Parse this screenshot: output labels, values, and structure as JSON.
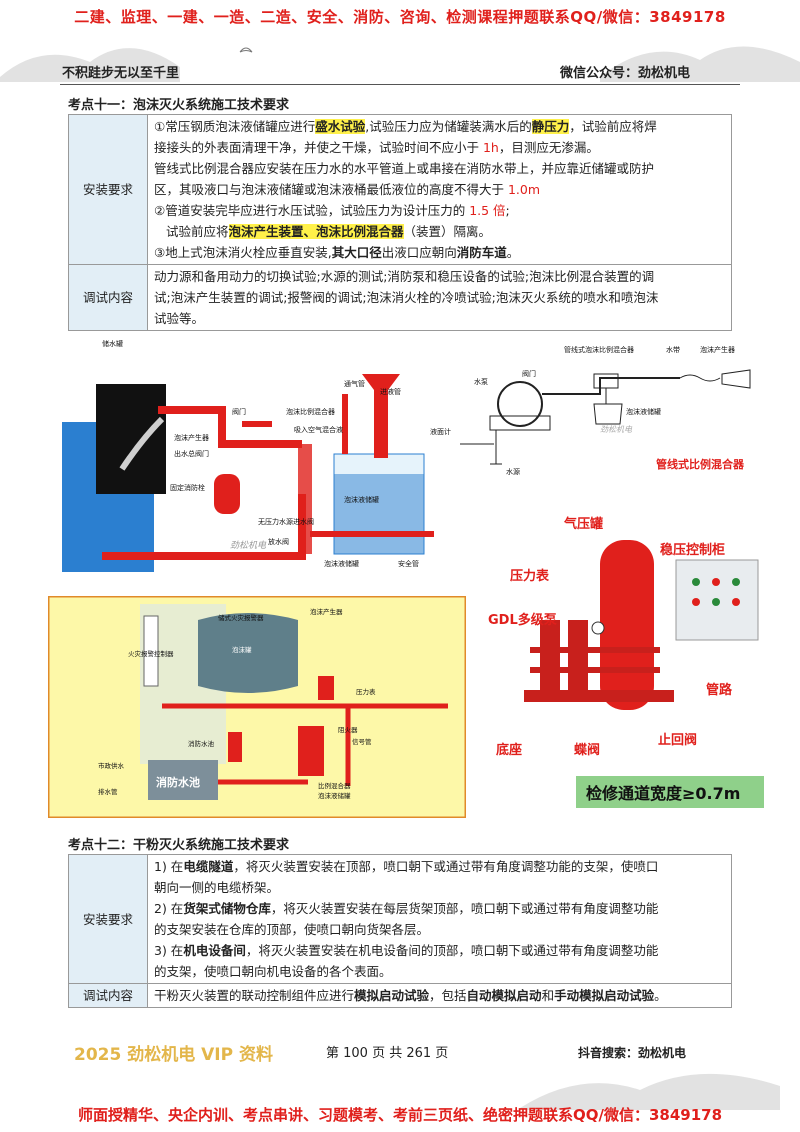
{
  "banner_top": "二建、监理、一建、一造、二造、安全、消防、咨询、检测课程押题联系QQ/微信：3849178",
  "header": {
    "left": "不积跬步无以至千里",
    "right": "微信公众号：劲松机电"
  },
  "section11": {
    "title": "考点十一：泡沫灭火系统施工技术要求",
    "install_label": "安装要求",
    "debug_label": "调试内容",
    "line1_a": "①常压钢质泡沫液储罐应进行",
    "line1_hl1": "盛水试验",
    "line1_b": ",试验压力应为储罐装满水后的",
    "line1_hl2": "静压力",
    "line1_c": "，试验前应将焊",
    "line2_a": "接接头的外表面清理干净，并使之干燥，试验时间不应小于 ",
    "line2_red": "1h",
    "line2_b": "，目测应无渗漏。",
    "line3": "管线式比例混合器应安装在压力水的水平管道上或串接在消防水带上，并应靠近储罐或防护",
    "line4_a": "区，其吸液口与泡沫液储罐或泡沫液桶最低液位的高度不得大于 ",
    "line4_red": "1.0m",
    "line5_a": "②管道安装完毕应进行水压试验，试验压力为设计压力的 ",
    "line5_red": "1.5 倍",
    "line5_b": ";",
    "line6_a": "试验前应将",
    "line6_hl": "泡沫产生装置、泡沫比例混合器",
    "line6_b": "（装置）隔离。",
    "line7_a": "③地上式泡沫消火栓应垂直安装,",
    "line7_b": "其大口径",
    "line7_c": "出液口应朝向",
    "line7_d": "消防车道",
    "line7_e": "。",
    "debug1": "动力源和备用动力的切换试验;水源的测试;消防泵和稳压设备的试验;泡沫比例混合装置的调",
    "debug2": "试;泡沫产生装置的调试;报警阀的调试;泡沫消火栓的冷喷试验;泡沫灭火系统的喷水和喷泡沫",
    "debug3": "试验等。"
  },
  "fig1": {
    "labels": [
      "储水罐",
      "阀门",
      "泡沫比例混合器",
      "通气管",
      "进液管",
      "泡沫产生器",
      "出水总阀门",
      "吸入空气混合液",
      "液面计",
      "泡沫液储罐",
      "固定消防栓",
      "无压力水源进水阀",
      "放水阀",
      "泡沫液储罐",
      "安全管"
    ],
    "watermark": "劲松机电"
  },
  "fig2": {
    "labels": [
      "管线式泡沫比例混合器",
      "水带",
      "泡沫产生器",
      "水泵",
      "阀门",
      "泡沫液储罐",
      "水源"
    ],
    "caption": "管线式比例混合器",
    "watermark": "劲松机电"
  },
  "fig3": {
    "labels": [
      "储式火灾报警器",
      "泡沫产生器",
      "泡沫罐",
      "火灾报警控制器",
      "压力表",
      "阻火器",
      "消防水池",
      "市政供水",
      "排水管",
      "信号管",
      "比例混合器",
      "泡沫液储罐"
    ],
    "pool_label": "消防水池"
  },
  "fig4": {
    "labels": [
      "气压罐",
      "稳压控制柜",
      "压力表",
      "GDL多级泵",
      "管路",
      "底座",
      "蝶阀",
      "止回阀"
    ],
    "width_note": "检修通道宽度≥0.7m"
  },
  "section12": {
    "title": "考点十二：干粉灭火系统施工技术要求",
    "install_label": "安装要求",
    "debug_label": "调试内容",
    "l1_a": "1) 在",
    "l1_b": "电缆隧道",
    "l1_c": "，将灭火装置安装在顶部，喷口朝下或通过带有角度调整功能的支架，使喷口",
    "l2": "朝向一侧的电缆桥架。",
    "l3_a": "2) 在",
    "l3_b": "货架式储物仓库",
    "l3_c": "，将灭火装置安装在每层货架顶部，喷口朝下或通过带有角度调整功能",
    "l4": "的支架安装在仓库的顶部，使喷口朝向货架各层。",
    "l5_a": "3) 在",
    "l5_b": "机电设备间",
    "l5_c": "，将灭火装置安装在机电设备间的顶部，喷口朝下或通过带有角度调整功能",
    "l6": "的支架，使喷口朝向机电设备的各个表面。",
    "d_a": "干粉灭火装置的联动控制组件应进行",
    "d_b": "模拟启动试验",
    "d_c": "，包括",
    "d_d": "自动模拟启动",
    "d_e": "和",
    "d_f": "手动模拟启动试验",
    "d_g": "。"
  },
  "footer": {
    "left": "2025 劲松机电 VIP 资料",
    "page": "第 100 页 共 261 页",
    "right": "抖音搜索：劲松机电"
  },
  "banner_bottom": "师面授精华、央企内训、考点串讲、习题模考、考前三页纸、绝密押题联系QQ/微信：3849178",
  "colors": {
    "red": "#e0201c",
    "highlight": "#fff14a",
    "label_bg": "#e2eef6",
    "fig_bg": "#fdf8a8"
  }
}
